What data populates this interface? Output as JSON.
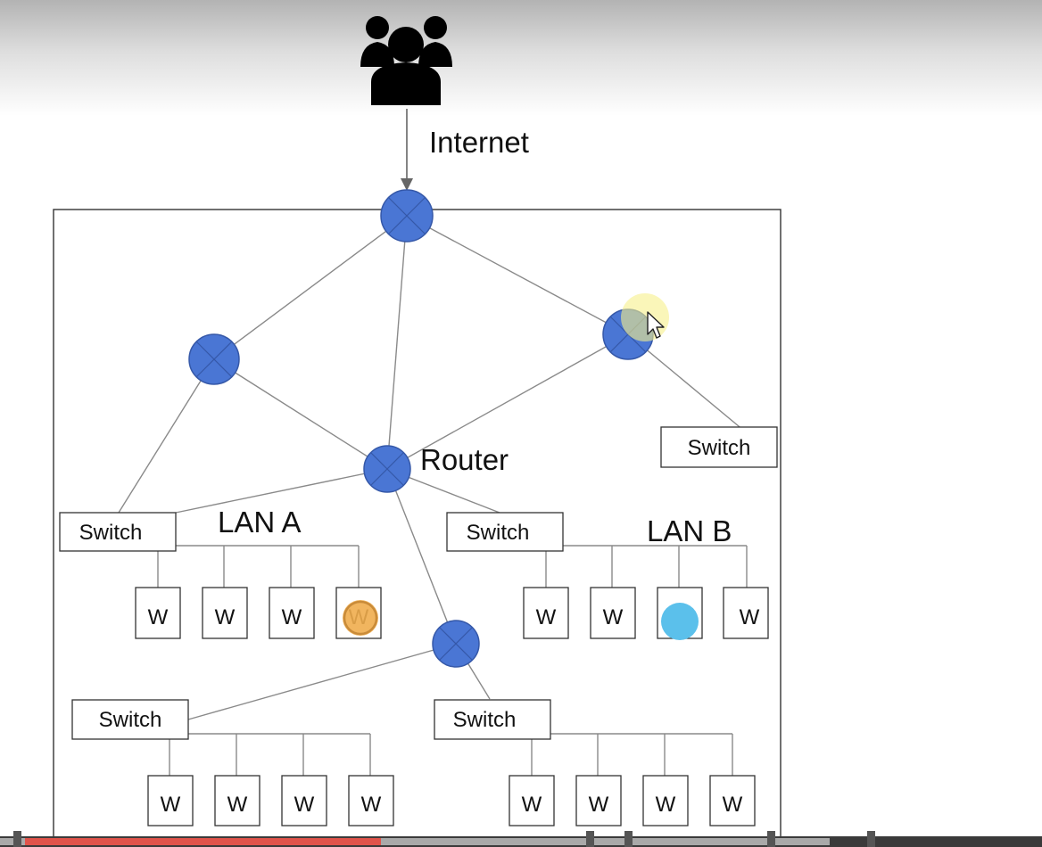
{
  "diagram": {
    "internet_label": "Internet",
    "router_label": "Router",
    "switch_label": "Switch",
    "workstation_label": "W",
    "lan_a_label": "LAN A",
    "lan_b_label": "LAN B"
  },
  "colors": {
    "node_fill": "#4a76d4",
    "node_stroke": "#3558a8",
    "line": "#8a8a8a",
    "orange_dot": "#f0ad4e",
    "cyan_dot": "#5bc0eb",
    "cursor_highlight": "#f6f08a",
    "progress_played": "#e0534a"
  },
  "icons": {
    "users": "users-group-icon",
    "cursor": "mouse-cursor-icon"
  },
  "video": {
    "progress_fraction": 0.35
  }
}
